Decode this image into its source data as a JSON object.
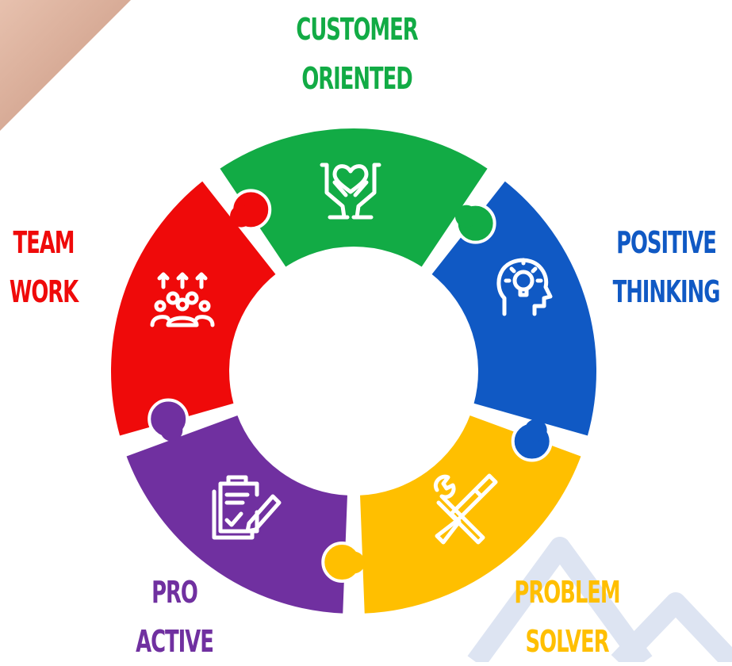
{
  "segments": [
    {
      "id": "customer",
      "lines": [
        "CUSTOMER",
        "ORIENTED"
      ],
      "color": "#12ab45",
      "icon": "hands-heart-icon"
    },
    {
      "id": "positive",
      "lines": [
        "POSITIVE",
        "THINKING"
      ],
      "color": "#1059c4",
      "icon": "head-lightbulb-icon"
    },
    {
      "id": "problem",
      "lines": [
        "PROBLEM",
        "SOLVER"
      ],
      "color": "#ffbf00",
      "icon": "wrench-screwdriver-icon"
    },
    {
      "id": "pro",
      "lines": [
        "PRO",
        "ACTIVE"
      ],
      "color": "#7030a0",
      "icon": "document-pen-icon"
    },
    {
      "id": "team",
      "lines": [
        "TEAM",
        "WORK"
      ],
      "color": "#ef0a0a",
      "icon": "team-people-icon"
    }
  ],
  "colors": {
    "customer": "#12ab45",
    "positive": "#1059c4",
    "problem": "#ffbf00",
    "pro": "#7030a0",
    "team": "#ef0a0a",
    "accent_photo": "#d4a593",
    "watermark": "#dfe5f3"
  }
}
